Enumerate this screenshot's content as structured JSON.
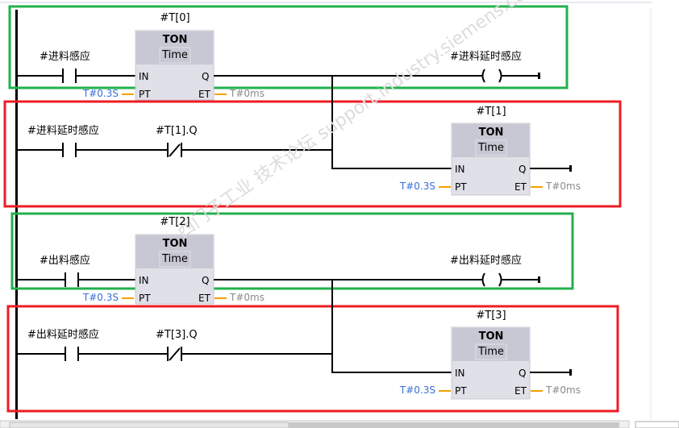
{
  "networks": [
    {
      "highlight_top": "#22b14c",
      "highlight_bottom": "#ed1c24",
      "timer_a": {
        "instance": "#T[0]",
        "type": "TON",
        "subtype": "Time",
        "in": "IN",
        "pt": "PT",
        "q": "Q",
        "et": "ET",
        "pt_value": "T#0.3S",
        "et_value": "T#0ms"
      },
      "contact_a": "#进料感应",
      "coil": "#进料延时感应",
      "contact_b": "#进料延时感应",
      "contact_nc": "#T[1].Q",
      "timer_b": {
        "instance": "#T[1]",
        "type": "TON",
        "subtype": "Time",
        "in": "IN",
        "pt": "PT",
        "q": "Q",
        "et": "ET",
        "pt_value": "T#0.3S",
        "et_value": "T#0ms"
      }
    },
    {
      "highlight_top": "#22b14c",
      "highlight_bottom": "#ed1c24",
      "timer_a": {
        "instance": "#T[2]",
        "type": "TON",
        "subtype": "Time",
        "in": "IN",
        "pt": "PT",
        "q": "Q",
        "et": "ET",
        "pt_value": "T#0.3S",
        "et_value": "T#0ms"
      },
      "contact_a": "#出料感应",
      "coil": "#出料延时感应",
      "contact_b": "#出料延时感应",
      "contact_nc": "#T[3].Q",
      "timer_b": {
        "instance": "#T[3]",
        "type": "TON",
        "subtype": "Time",
        "in": "IN",
        "pt": "PT",
        "q": "Q",
        "et": "ET",
        "pt_value": "T#0.3S",
        "et_value": "T#0ms"
      }
    }
  ],
  "watermark": "西门子工业 技术论坛 support.industry.siemens.com/cs"
}
